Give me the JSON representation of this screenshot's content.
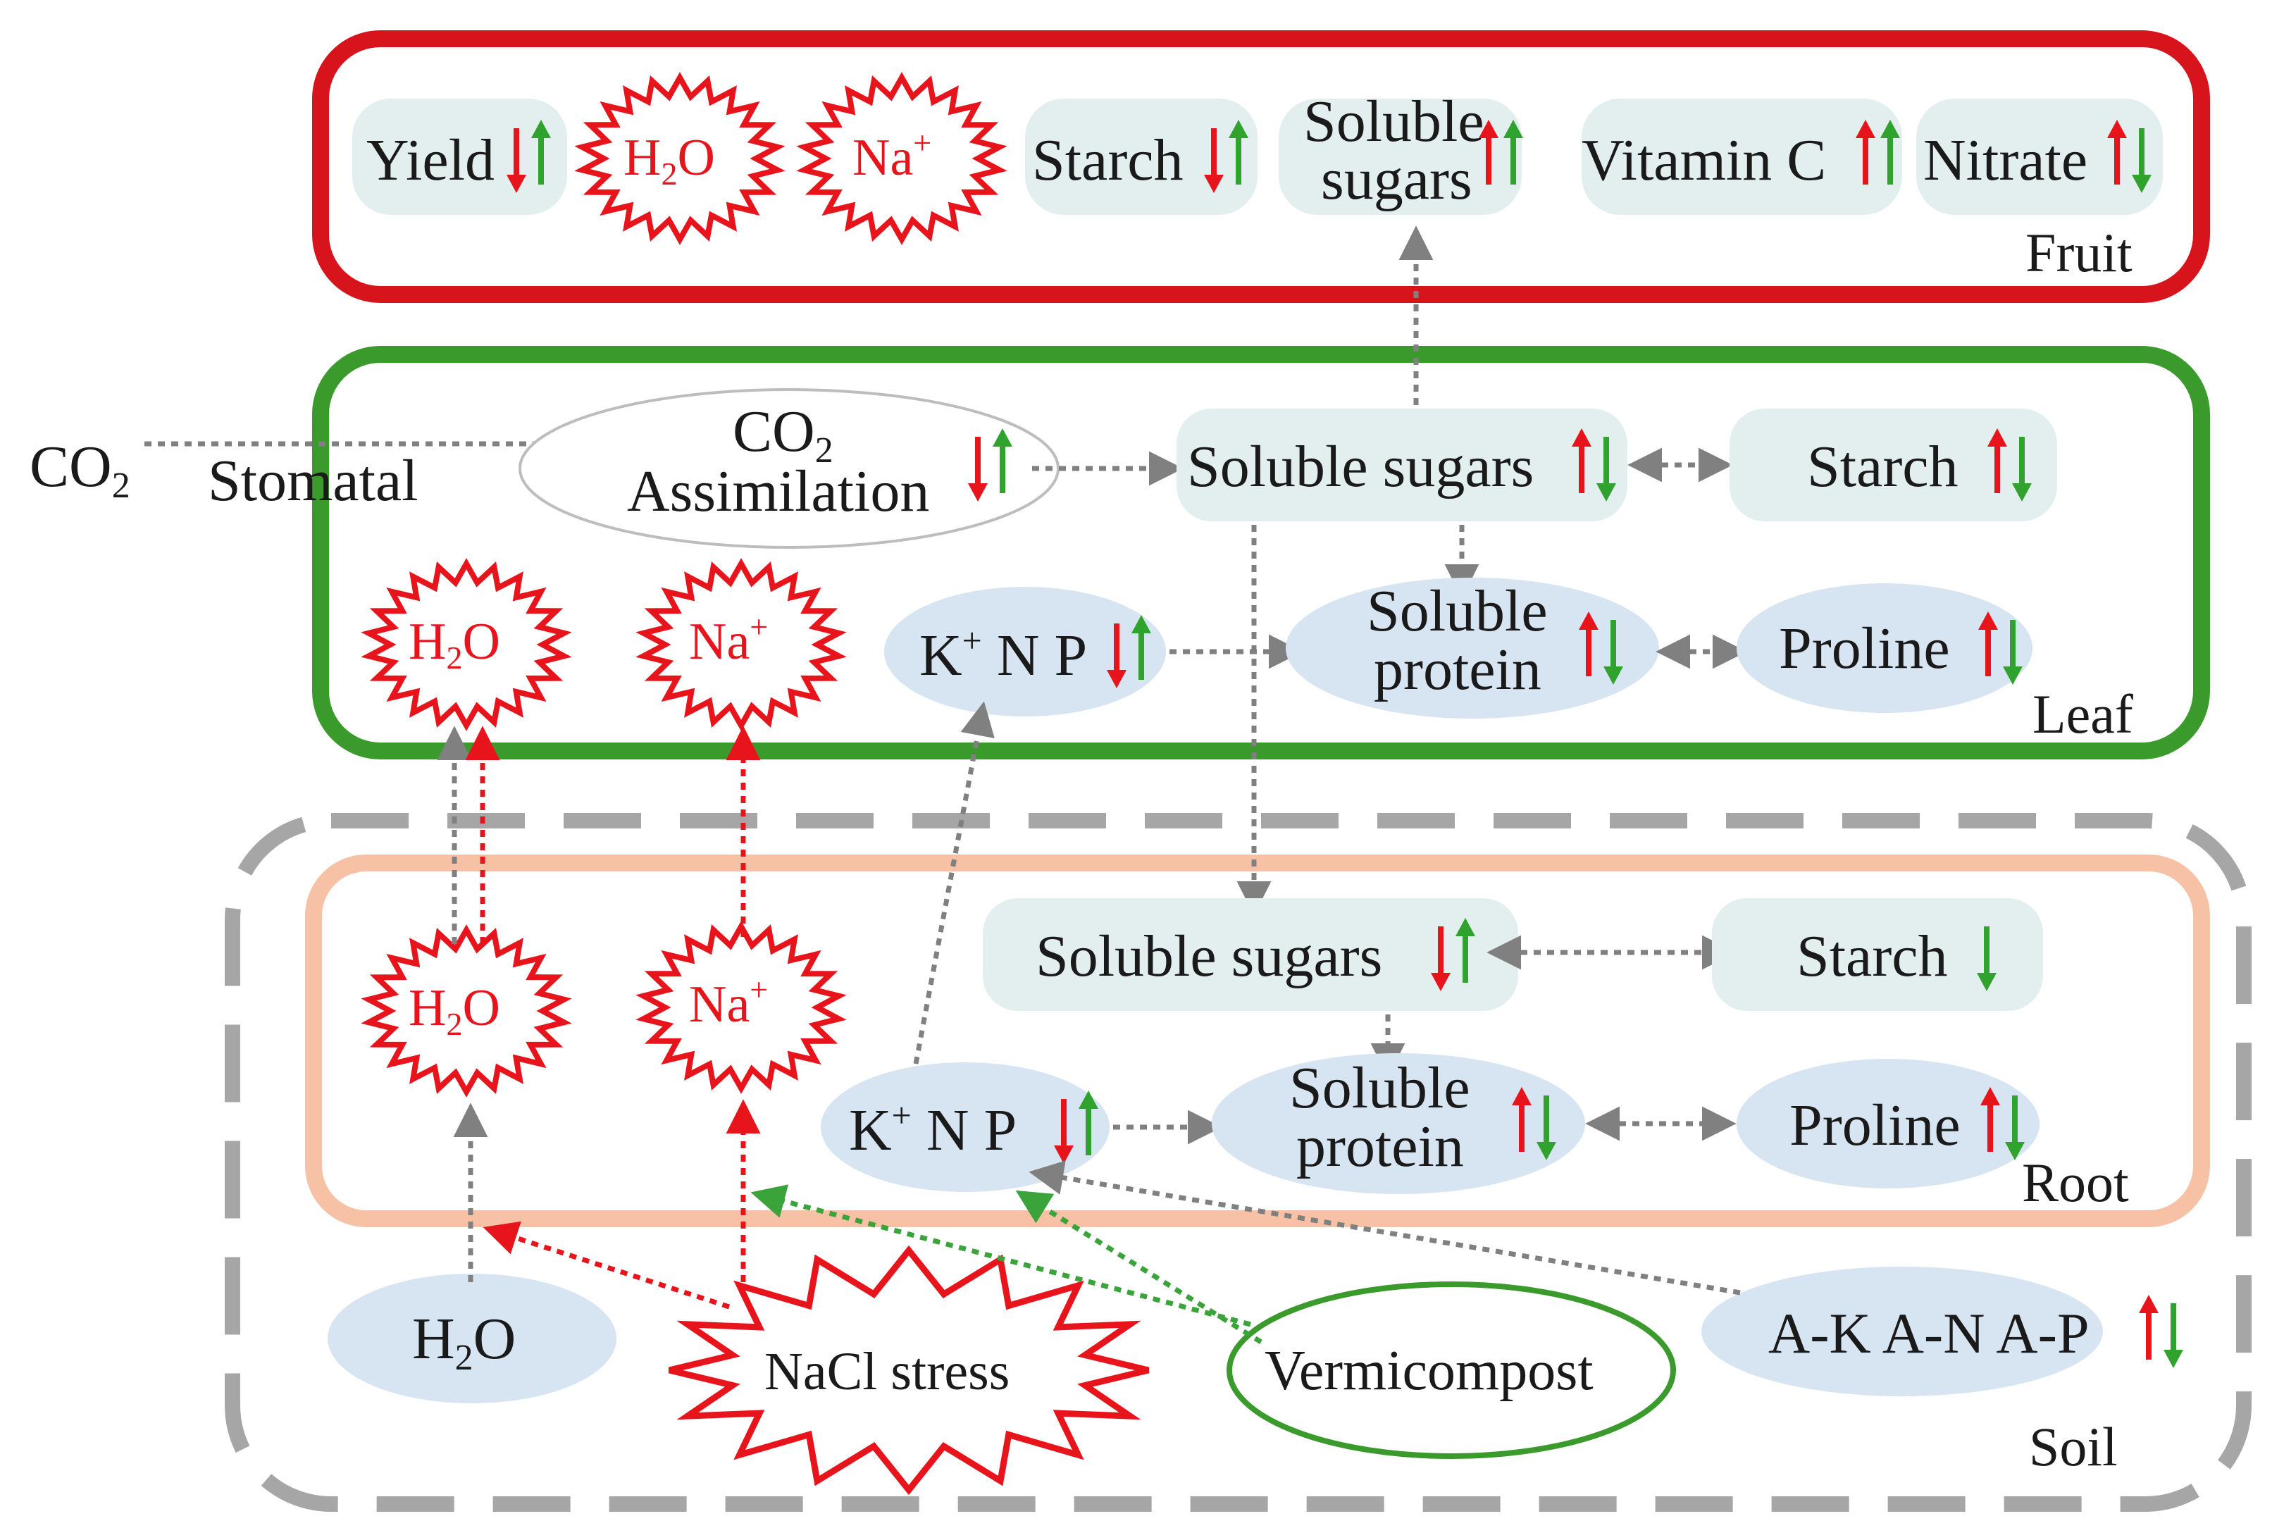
{
  "colors": {
    "fruit_border": "#d7141b",
    "leaf_border": "#3a9a2c",
    "root_border": "#f7c1a6",
    "soil_border": "#a6a6a6",
    "pill_fill": "#e3efee",
    "oval_fill": "#d7e4f1",
    "star_stroke": "#e8141c",
    "up_arrow_green": "#2fa32e",
    "down_arrow_red": "#e8141c",
    "arrow_gray": "#808080",
    "arrow_red": "#e8141c",
    "arrow_green": "#3aa33a",
    "vermicompost_border": "#3a9a2c"
  },
  "panels": {
    "fruit": "Fruit",
    "leaf": "Leaf",
    "root": "Root",
    "soil": "Soil"
  },
  "fruit": {
    "yield": "Yield",
    "h2o": "H",
    "h2o_sub": "2",
    "h2o_tail": "O",
    "na": "Na",
    "na_sup": "+",
    "starch": "Starch",
    "soluble_line1": "Soluble",
    "soluble_line2": "sugars",
    "vitamin_c": "Vitamin C",
    "nitrate": "Nitrate"
  },
  "leaf": {
    "co2_in": "CO",
    "co2_in_sub": "2",
    "stomatal": "Stomatal",
    "co2_assim_line1": "CO",
    "co2_assim_line1_sub": "2",
    "co2_assim_line2": "Assimilation",
    "soluble_sugars": "Soluble  sugars",
    "starch": "Starch",
    "h2o": "H",
    "h2o_sub": "2",
    "h2o_tail": "O",
    "na": "Na",
    "na_sup": "+",
    "knp_k": "K",
    "knp_sup": "+",
    "knp_rest": " N P",
    "soluble_protein_line1": "Soluble",
    "soluble_protein_line2": "protein",
    "proline": "Proline"
  },
  "root": {
    "h2o": "H",
    "h2o_sub": "2",
    "h2o_tail": "O",
    "na": "Na",
    "na_sup": "+",
    "soluble_sugars": "Soluble  sugars",
    "starch": "Starch",
    "knp_k": "K",
    "knp_sup": "+",
    "knp_rest": " N P",
    "soluble_protein_line1": "Soluble",
    "soluble_protein_line2": "protein",
    "proline": "Proline"
  },
  "soil": {
    "h2o": "H",
    "h2o_sub": "2",
    "h2o_tail": "O",
    "nacl": "NaCl stress",
    "vermicompost": "Vermicompost",
    "akanap": "A-K  A-N  A-P"
  }
}
